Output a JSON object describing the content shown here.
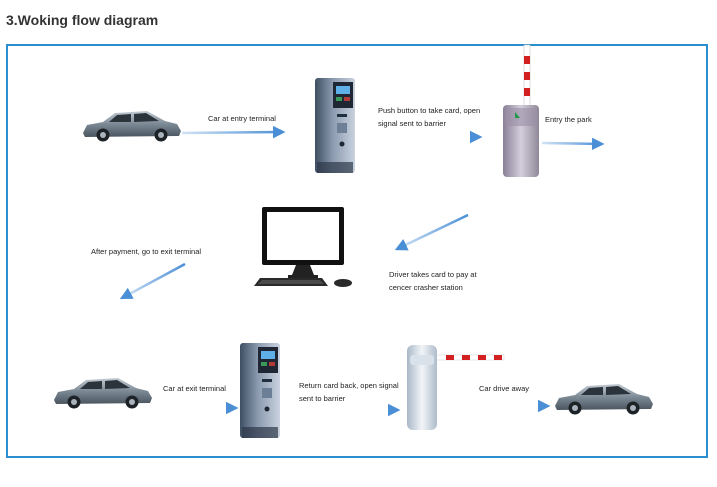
{
  "heading": "3.Woking flow diagram",
  "colors": {
    "frame_border": "#2a8fd0",
    "arrow": "#4a8fd6",
    "boom_stripe": "#d22020"
  },
  "labels": {
    "car_entry": "Car at entry terminal",
    "push_button": [
      "Push button to take card, open",
      "signal sent to barrier"
    ],
    "entry_park": "Entry the park",
    "after_payment": "After payment, go to exit terminal",
    "driver_takes": [
      "Driver takes card to pay at",
      "cencer crasher station"
    ],
    "car_exit": "Car at exit terminal",
    "return_card": [
      "Return card back, open signal",
      "sent to barrier"
    ],
    "car_drive_away": "Car drive away"
  },
  "icons": [
    "car-icon",
    "ticket-dispenser-icon",
    "barrier-gate-icon",
    "computer-icon",
    "keyboard-icon",
    "mouse-icon",
    "flow-arrow"
  ]
}
